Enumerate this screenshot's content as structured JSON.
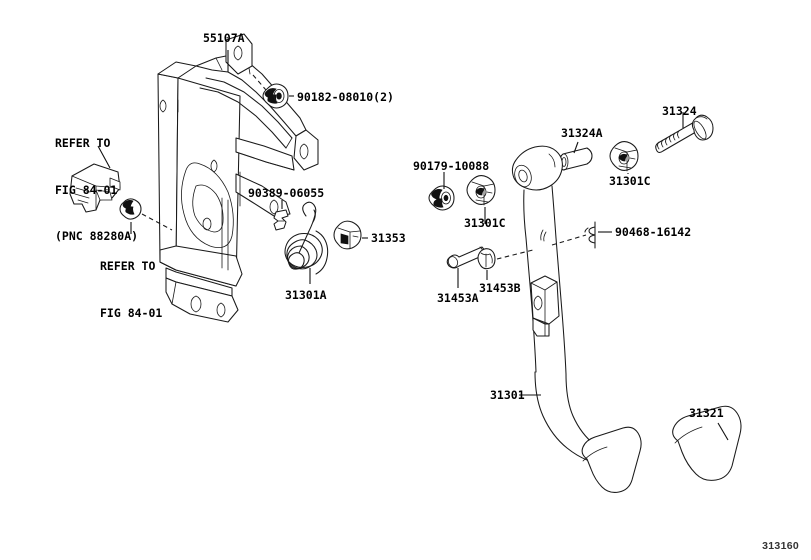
{
  "diagram": {
    "title": "Toyota Parts Diagram - Brake Pedal & Bracket",
    "figure_code": "313160",
    "background_color": "#ffffff",
    "line_color": "#1a1a1a",
    "text_color": "#000000"
  },
  "labels": {
    "bracket": "55107A",
    "bolt_top": "90182-08010(2)",
    "refer_left": "REFER TO\nFIG 84-01\n(PNC 88280A)",
    "refer_left_line1": "REFER TO",
    "refer_left_line2": "FIG 84-01",
    "refer_left_line3": "(PNC 88280A)",
    "refer_lower": "REFER TO\nFIG 84-01",
    "refer_lower_line1": "REFER TO",
    "refer_lower_line2": "FIG 84-01",
    "clip_90389": "90389-06055",
    "spring_31301a": "31301A",
    "bush_31353": "31353",
    "nut_90179": "90179-10088",
    "nut_31301c_left": "31301C",
    "bolt_31453a": "31453A",
    "bush_31453b": "31453B",
    "collar_31324a": "31324A",
    "bolt_31324": "31324",
    "nut_31301c_right": "31301C",
    "clip_90468": "90468-16142",
    "pedal_31301": "31301",
    "pad_31321": "31321"
  },
  "parts_list": [
    {
      "number": "55107A",
      "kind": "pedal-support-bracket"
    },
    {
      "number": "90182-08010(2)",
      "kind": "nut"
    },
    {
      "number": "90389-06055",
      "kind": "clip"
    },
    {
      "number": "31301A",
      "kind": "return-spring"
    },
    {
      "number": "31353",
      "kind": "bushing"
    },
    {
      "number": "90179-10088",
      "kind": "nut"
    },
    {
      "number": "31301C",
      "kind": "nut"
    },
    {
      "number": "31453A",
      "kind": "bolt"
    },
    {
      "number": "31453B",
      "kind": "bushing"
    },
    {
      "number": "31324A",
      "kind": "collar"
    },
    {
      "number": "31324",
      "kind": "bolt"
    },
    {
      "number": "90468-16142",
      "kind": "clip"
    },
    {
      "number": "31301",
      "kind": "clutch-pedal-sub-assembly"
    },
    {
      "number": "31321",
      "kind": "pedal-pad"
    }
  ],
  "references": [
    {
      "text": "REFER TO FIG 84-01 (PNC 88280A)"
    },
    {
      "text": "REFER TO FIG 84-01"
    }
  ]
}
